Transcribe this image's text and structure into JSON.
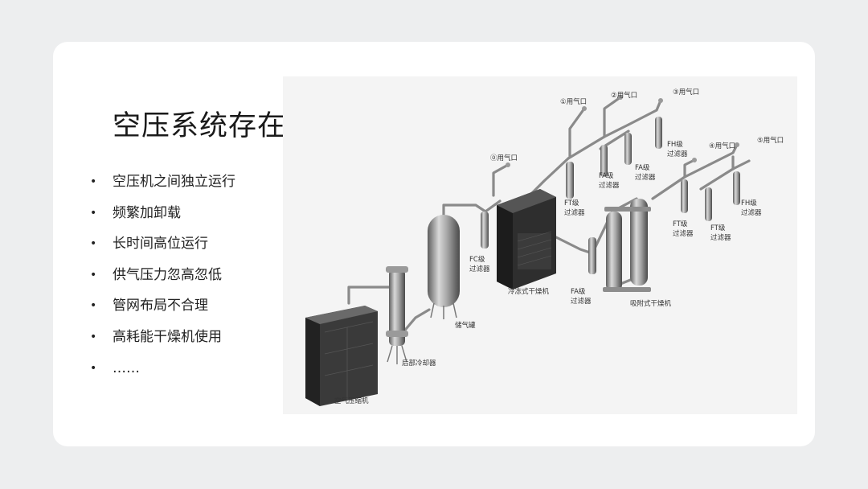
{
  "slide": {
    "title": "空压系统存在的现象",
    "bullets": [
      "空压机之间独立运行",
      "频繁加卸载",
      "长时间高位运行",
      "供气压力忽高忽低",
      "管网布局不合理",
      "高耗能干燥机使用",
      "……"
    ]
  },
  "diagram": {
    "labels": {
      "compressor": "空气压缩机",
      "aftercooler": "后部冷却器",
      "tank": "储气罐",
      "fc_filter": [
        "FC级",
        "过滤器"
      ],
      "refrig_dryer": "冷冻式干燥机",
      "fa_filter_low": [
        "FA级",
        "过滤器"
      ],
      "ads_dryer": "吸附式干燥机",
      "ft_filter_top": [
        "FT级",
        "过滤器"
      ],
      "fa_filter_a": [
        "FA级",
        "过滤器"
      ],
      "fa_filter_b": [
        "FA级",
        "过滤器"
      ],
      "fh_filter_top": [
        "FH级",
        "过滤器"
      ],
      "ft_filter_right1": [
        "FT级",
        "过滤器"
      ],
      "ft_filter_right2": [
        "FT级",
        "过滤器"
      ],
      "fh_filter_right": [
        "FH级",
        "过滤器"
      ],
      "outlet0": "⓪用气口",
      "outlet1": "①用气口",
      "outlet2": "②用气口",
      "outlet3": "③用气口",
      "outlet4": "④用气口",
      "outlet5": "⑤用气口"
    }
  }
}
